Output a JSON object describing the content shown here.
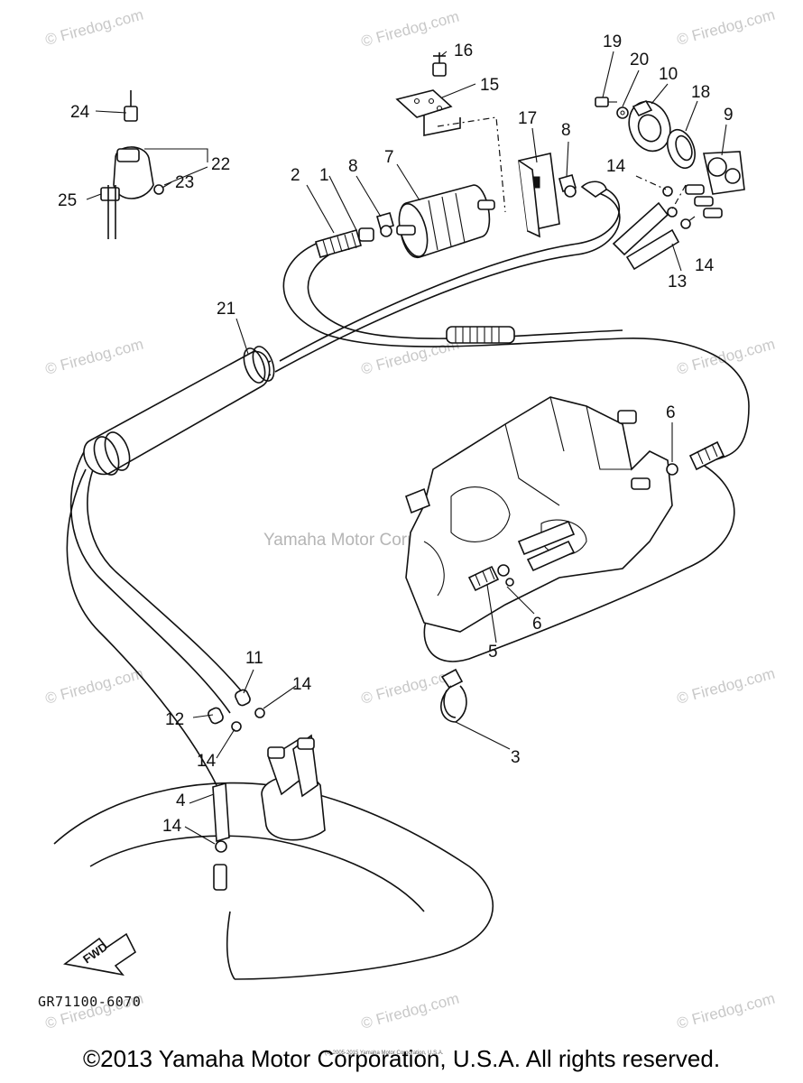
{
  "watermarks": {
    "site": "© Firedog.com",
    "center": "Yamaha Motor Corp, U.S.A.",
    "tiny_note": "(c) 2005-2015 Yamaha Motor Corporation, U.S.A."
  },
  "callouts": {
    "c1": "1",
    "c2": "2",
    "c3": "3",
    "c4": "4",
    "c5": "5",
    "c6": "6",
    "c6b": "6",
    "c7": "7",
    "c8": "8",
    "c8b": "8",
    "c9": "9",
    "c10": "10",
    "c11": "11",
    "c12": "12",
    "c13": "13",
    "c14a": "14",
    "c14b": "14",
    "c14c": "14",
    "c14d": "14",
    "c14e": "14",
    "c15": "15",
    "c16": "16",
    "c17": "17",
    "c18": "18",
    "c19": "19",
    "c20": "20",
    "c21": "21",
    "c22": "22",
    "c23": "23",
    "c24": "24",
    "c25": "25"
  },
  "fwd_label": "FWD",
  "diagram_code": "GR71100-6070",
  "copyright": "©2013 Yamaha Motor Corporation, U.S.A. All rights reserved."
}
